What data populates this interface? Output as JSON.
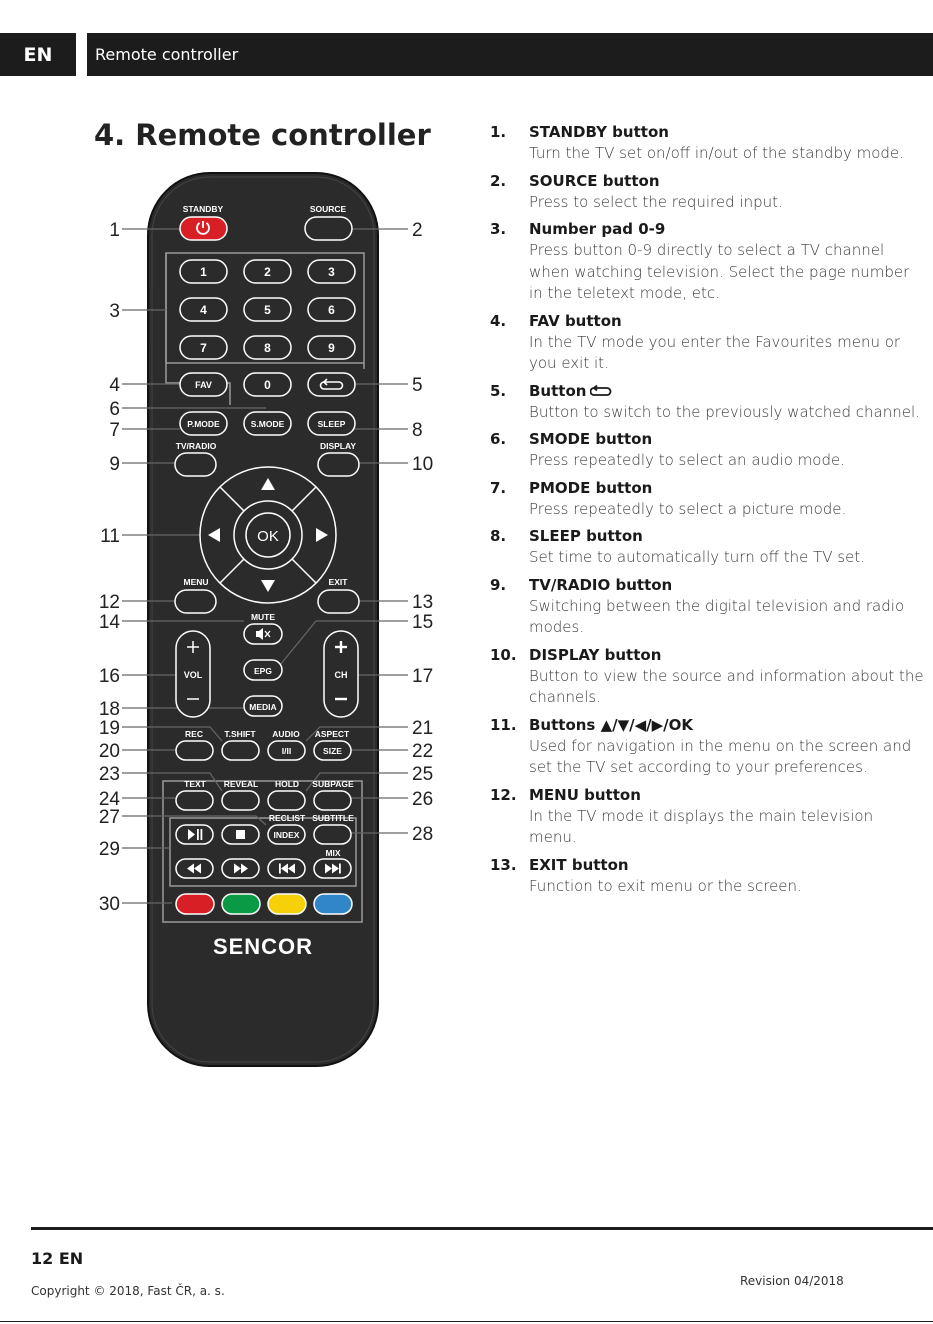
{
  "header": {
    "lang": "EN",
    "section": "Remote controller"
  },
  "title": "4. Remote controller",
  "remote": {
    "callouts": [
      "1",
      "2",
      "3",
      "4",
      "5",
      "6",
      "7",
      "8",
      "9",
      "10",
      "11",
      "12",
      "13",
      "14",
      "15",
      "16",
      "17",
      "18",
      "19",
      "20",
      "21",
      "22",
      "23",
      "24",
      "25",
      "26",
      "27",
      "28",
      "29",
      "30"
    ],
    "labels": {
      "standby": "STANDBY",
      "source": "SOURCE",
      "d1": "1",
      "d2": "2",
      "d3": "3",
      "d4": "4",
      "d5": "5",
      "d6": "6",
      "d7": "7",
      "d8": "8",
      "d9": "9",
      "d0": "0",
      "fav": "FAV",
      "pmode": "P.MODE",
      "smode": "S.MODE",
      "sleep": "SLEEP",
      "tvradio": "TV/RADIO",
      "display": "DISPLAY",
      "ok": "OK",
      "menu": "MENU",
      "exit": "EXIT",
      "mute": "MUTE",
      "epg": "EPG",
      "vol": "VOL",
      "ch": "CH",
      "media": "MEDIA",
      "rec": "REC",
      "tshift": "T.SHIFT",
      "audio": "AUDIO",
      "aspect": "ASPECT",
      "iii": "I/II",
      "size": "SIZE",
      "text": "TEXT",
      "reveal": "REVEAL",
      "hold": "HOLD",
      "subpage": "SUBPAGE",
      "reclist": "RECLIST",
      "subtitle": "SUBTITLE",
      "index": "INDEX",
      "mix": "MIX",
      "brand": "SENCOR"
    },
    "colors": {
      "body": "#2b2b2b",
      "red": "#d81f26",
      "green": "#0a9a46",
      "yellow": "#f6d10a",
      "blue": "#2f86c8"
    }
  },
  "items": [
    {
      "num": "1.",
      "title": "STANDBY button",
      "desc": "Turn the TV set on/off in/out of the standby mode."
    },
    {
      "num": "2.",
      "title": "SOURCE button",
      "desc": "Press to select the required input."
    },
    {
      "num": "3.",
      "title": "Number pad 0-9",
      "desc": "Press button 0-9 directly to select a TV channel when watching television. Select the page number in the teletext mode, etc."
    },
    {
      "num": "4.",
      "title": "FAV button",
      "desc": "In the TV mode you enter the Favourites menu or you exit it."
    },
    {
      "num": "5.",
      "title": "Button",
      "desc": "Button to switch to the previously watched channel."
    },
    {
      "num": "6.",
      "title": "SMODE button",
      "desc": "Press repeatedly to select an audio mode."
    },
    {
      "num": "7.",
      "title": "PMODE button",
      "desc": "Press repeatedly to select a picture mode."
    },
    {
      "num": "8.",
      "title": "SLEEP button",
      "desc": "Set time to automatically turn off the TV set."
    },
    {
      "num": "9.",
      "title": "TV/RADIO button",
      "desc": "Switching between the digital television and radio modes."
    },
    {
      "num": "10.",
      "title": "DISPLAY button",
      "desc": "Button to view the source and information about the channels."
    },
    {
      "num": "11.",
      "title": "Buttons ▲/▼/◀/▶/OK",
      "desc": "Used for navigation in the menu on the screen and set the TV set according to your preferences."
    },
    {
      "num": "12.",
      "title": "MENU button",
      "desc": "In the TV mode it displays the main television menu."
    },
    {
      "num": "13.",
      "title": "EXIT button",
      "desc": "Function to exit menu or the screen."
    }
  ],
  "footer": {
    "page": "12 EN",
    "copyright": "Copyright ©  2018, Fast ČR, a. s.",
    "revision": "Revision 04/2018"
  }
}
